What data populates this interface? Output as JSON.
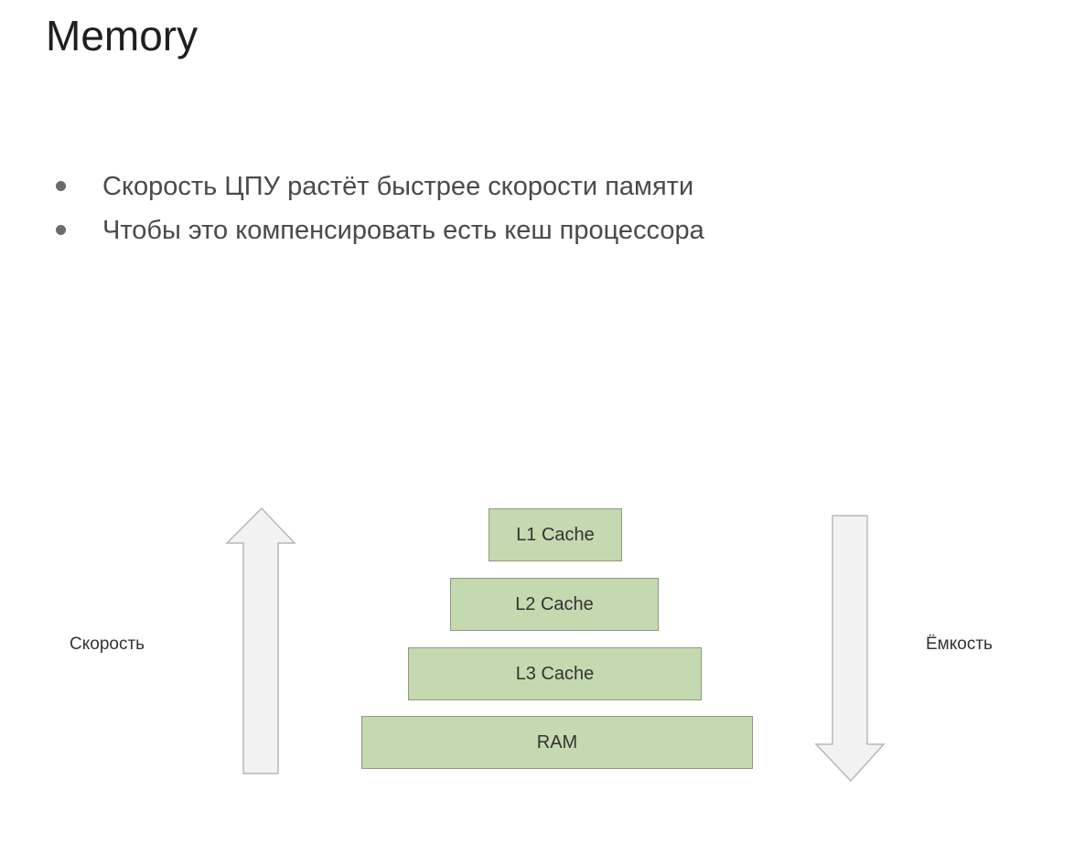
{
  "slide": {
    "title": "Memory"
  },
  "bullets": [
    "Скорость ЦПУ растёт быстрее скорости памяти",
    "Чтобы это компенсировать есть кеш процессора"
  ],
  "diagram": {
    "speed_label": "Скорость",
    "capacity_label": "Ёмкость",
    "levels": [
      {
        "label": "L1 Cache"
      },
      {
        "label": "L2 Cache"
      },
      {
        "label": "L3 Cache"
      },
      {
        "label": "RAM"
      }
    ],
    "colors": {
      "level_fill": "#c5d9b0",
      "level_border": "#8a9b7c",
      "arrow_fill": "#f2f2f2",
      "arrow_stroke": "#b8b8b8"
    }
  }
}
